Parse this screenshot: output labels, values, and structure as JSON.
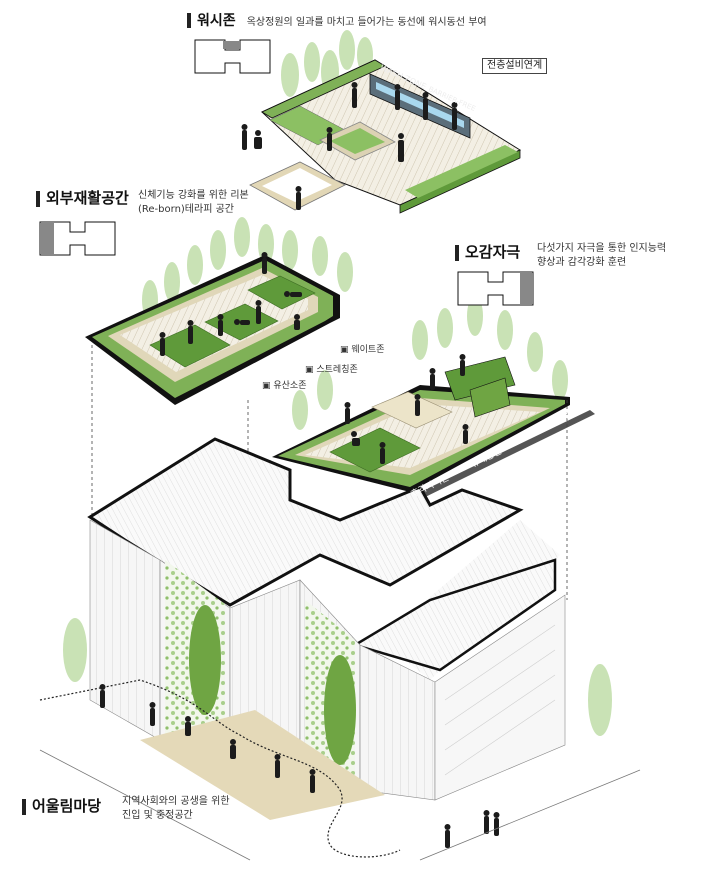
{
  "wash": {
    "title": "워시존",
    "desc": "옥상정원의 일과를 마치고 들어가는 동선에 워시동선 부여",
    "tag": "전층설비연계",
    "sign1": "WASH ZONE",
    "sign2": "BARRIER-FREE"
  },
  "rehab": {
    "title": "외부재활공간",
    "desc1": "신체기능 강화를 위한 리본",
    "desc2": "(Re-born)테라피 공간",
    "zone_weight": "웨이트존",
    "zone_stretch": "스트레칭존",
    "zone_aerobic": "유산소존"
  },
  "sense": {
    "title": "오감자극",
    "desc1": "다섯가지 자극을 통한 인지능력",
    "desc2": "향상과 감각강화 훈련",
    "strip1": "후각자극존",
    "strip2": "유대공간",
    "strip3": "후각&청각 자극존"
  },
  "yard": {
    "title": "어울림마당",
    "desc1": "지역사회와의 공생을 위한",
    "desc2": "진입 및 중정공간"
  },
  "colors": {
    "grass": "#6fa543",
    "grass_dark": "#4d8a2e",
    "tree": "#b9d9a0",
    "deck": "#efe9d8",
    "sand": "#d9cca6",
    "outline": "#111111"
  }
}
